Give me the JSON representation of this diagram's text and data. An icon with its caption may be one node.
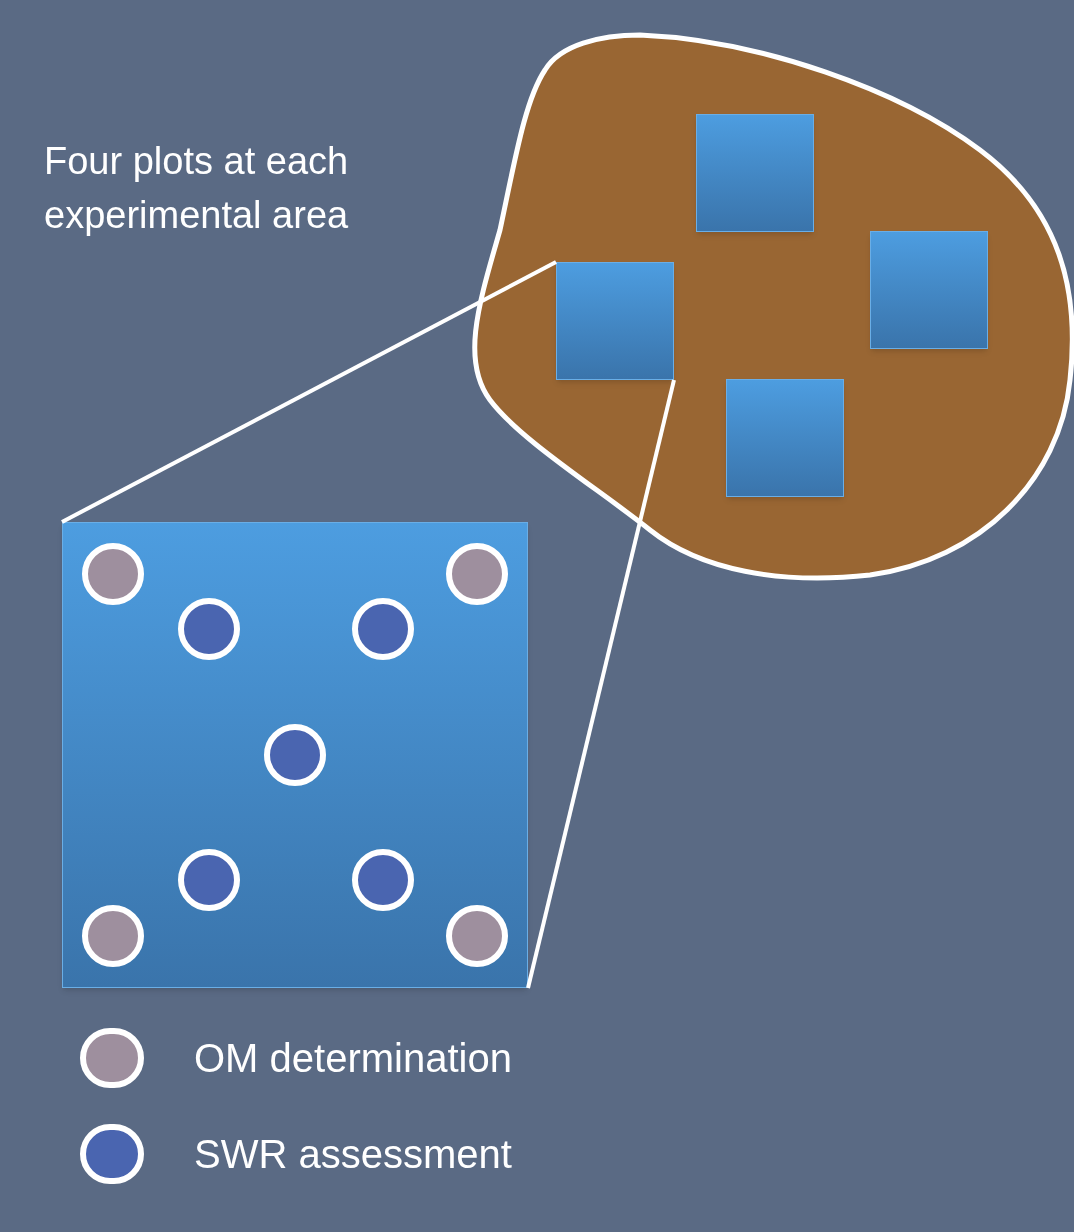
{
  "diagram": {
    "nodes": [
      {
        "text": [],
        "shape": "blob"
      },
      {
        "text": [],
        "shape": "box",
        "in": 0
      },
      {
        "text": [],
        "shape": "box",
        "in": 0
      },
      {
        "text": [],
        "shape": "box",
        "in": 0
      },
      {
        "text": [],
        "shape": "box",
        "in": 0
      },
      {
        "text": [],
        "shape": "box"
      },
      {
        "text": [],
        "shape": "circle",
        "in": 5
      },
      {
        "text": [],
        "shape": "circle",
        "in": 5
      },
      {
        "text": [],
        "shape": "circle",
        "in": 5
      },
      {
        "text": [],
        "shape": "circle",
        "in": 5
      },
      {
        "text": [],
        "shape": "circle",
        "in": 5
      },
      {
        "text": [],
        "shape": "circle",
        "in": 5
      },
      {
        "text": [],
        "shape": "circle",
        "in": 5
      },
      {
        "text": [],
        "shape": "circle",
        "in": 5
      },
      {
        "text": [],
        "shape": "circle",
        "in": 5
      }
    ],
    "edges": [
      {
        "from": 3,
        "to": 5,
        "arrow": "none"
      },
      {
        "from": 3,
        "to": 5,
        "arrow": "none"
      }
    ],
    "labels": [
      "Four plots at each experimental area"
    ],
    "legend": [
      {
        "text": "OM determination",
        "color": "#9e8f9e"
      },
      {
        "text": "SWR assessment",
        "color": "#4a65b0"
      }
    ]
  }
}
